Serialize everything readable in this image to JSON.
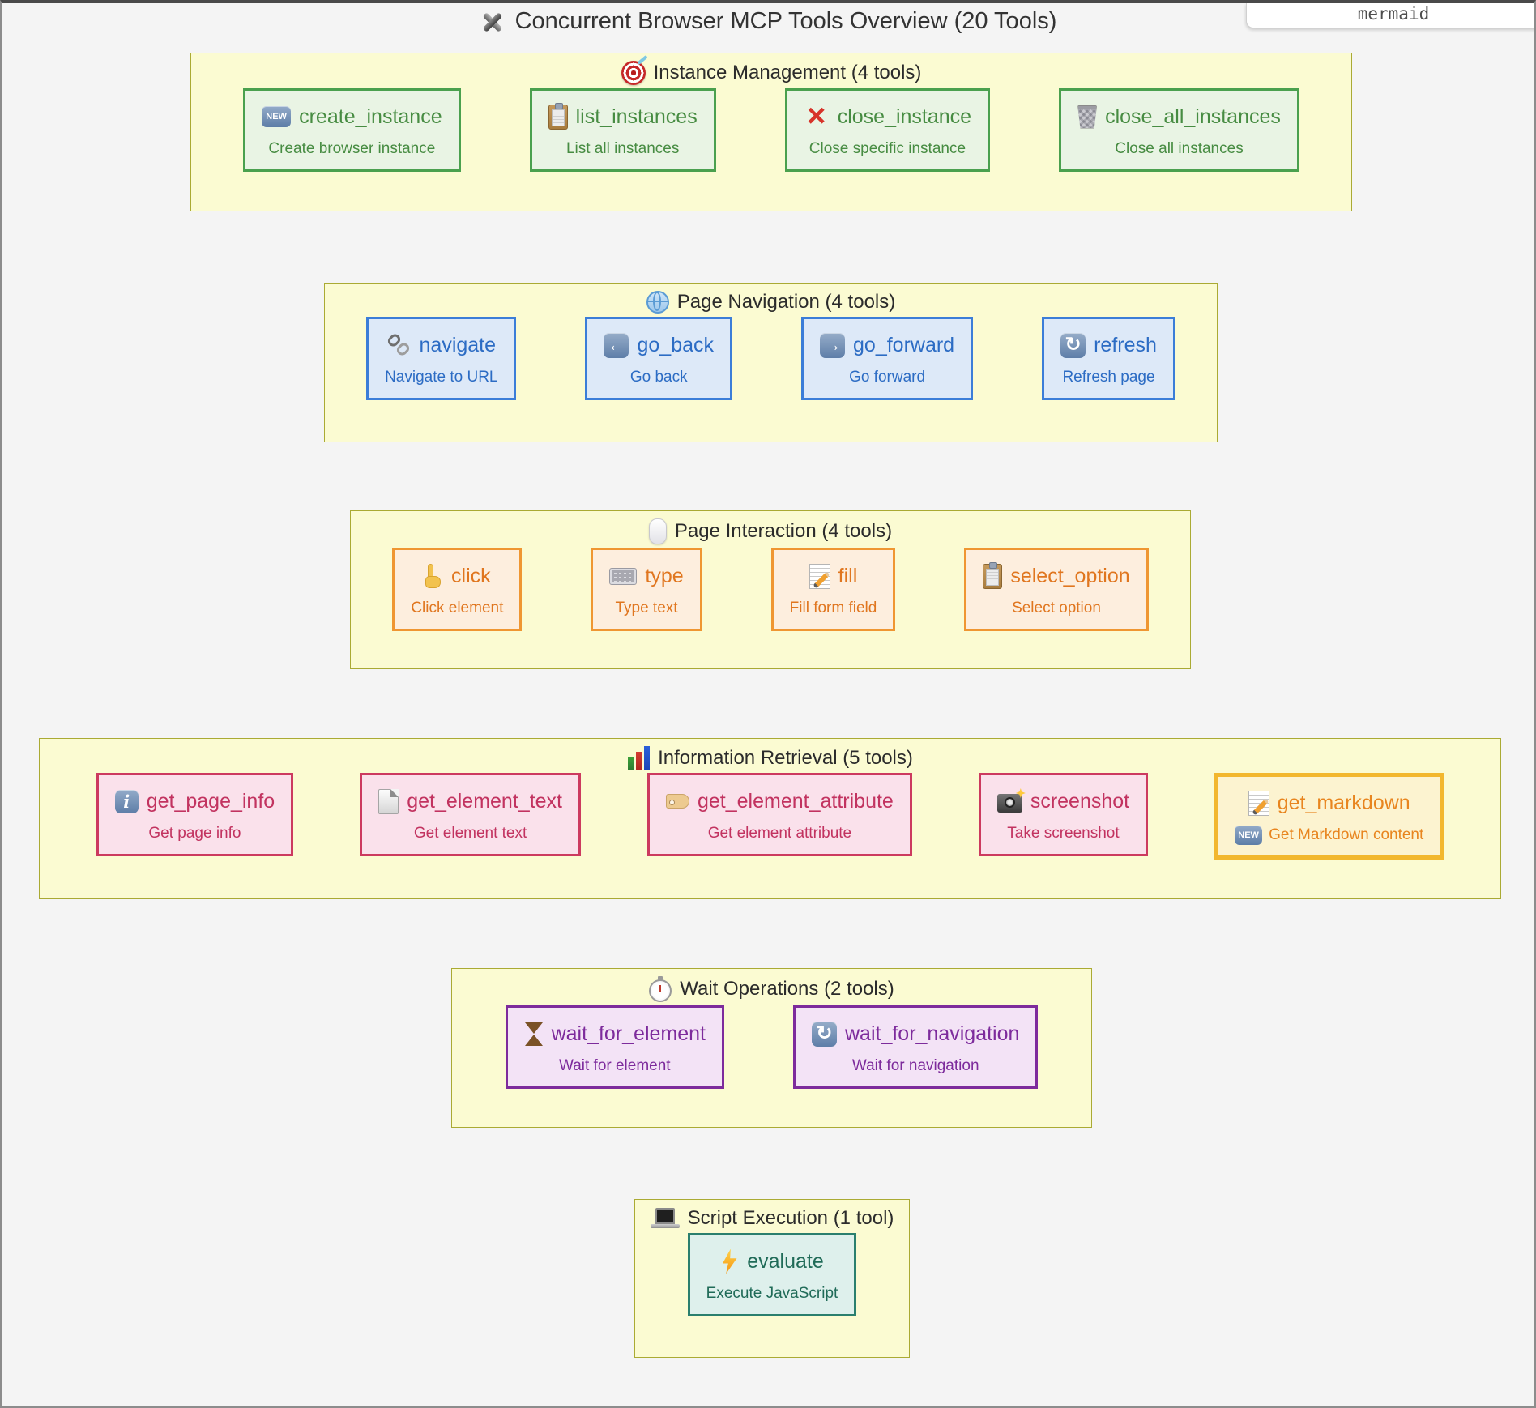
{
  "overlay": {
    "label": "mermaid"
  },
  "title": {
    "icon": "hammer-wrench-icon",
    "text": "Concurrent Browser MCP Tools Overview (20 Tools)"
  },
  "themes": {
    "section": {
      "fill": "#fbfbd2",
      "stroke": "#aaaa33",
      "text": "#2b2b2b"
    },
    "green": {
      "fill": "#e9f4e4",
      "stroke": "#4aa04e",
      "text": "#478c42"
    },
    "blue": {
      "fill": "#dde9f8",
      "stroke": "#3b7dd8",
      "text": "#2c6cc4"
    },
    "orange": {
      "fill": "#fdeede",
      "stroke": "#ef9632",
      "text": "#e0761f"
    },
    "pink": {
      "fill": "#fae1eb",
      "stroke": "#cc3a5f",
      "text": "#c23360"
    },
    "gold": {
      "fill": "#fcf3d0",
      "stroke": "#f2b72e",
      "text": "#e8851f"
    },
    "purple": {
      "fill": "#f3e3f6",
      "stroke": "#7d2b9c",
      "text": "#7d2b9c"
    },
    "teal": {
      "fill": "#def0ec",
      "stroke": "#2a7f6e",
      "text": "#206b58"
    }
  },
  "sections": [
    {
      "id": "instance-management",
      "icon": "target-icon",
      "title": "Instance Management (4 tools)",
      "theme": "green",
      "tools": [
        {
          "icon": "new-badge-icon",
          "name": "create_instance",
          "desc": "Create browser instance"
        },
        {
          "icon": "clipboard-icon",
          "name": "list_instances",
          "desc": "List all instances"
        },
        {
          "icon": "red-x-icon",
          "name": "close_instance",
          "desc": "Close specific instance"
        },
        {
          "icon": "wastebasket-icon",
          "name": "close_all_instances",
          "desc": "Close all instances"
        }
      ]
    },
    {
      "id": "page-navigation",
      "icon": "globe-icon",
      "title": "Page Navigation (4 tools)",
      "theme": "blue",
      "tools": [
        {
          "icon": "link-icon",
          "name": "navigate",
          "desc": "Navigate to URL"
        },
        {
          "icon": "back-arrow-icon",
          "name": "go_back",
          "desc": "Go back"
        },
        {
          "icon": "forward-arrow-icon",
          "name": "go_forward",
          "desc": "Go forward"
        },
        {
          "icon": "refresh-icon",
          "name": "refresh",
          "desc": "Refresh page"
        }
      ]
    },
    {
      "id": "page-interaction",
      "icon": "mouse-icon",
      "title": "Page Interaction (4 tools)",
      "theme": "orange",
      "tools": [
        {
          "icon": "pointer-finger-icon",
          "name": "click",
          "desc": "Click element"
        },
        {
          "icon": "keyboard-icon",
          "name": "type",
          "desc": "Type text"
        },
        {
          "icon": "memo-pencil-icon",
          "name": "fill",
          "desc": "Fill form field"
        },
        {
          "icon": "clipboard-icon",
          "name": "select_option",
          "desc": "Select option"
        }
      ]
    },
    {
      "id": "information-retrieval",
      "icon": "bar-chart-icon",
      "title": "Information Retrieval (5 tools)",
      "theme": "pink",
      "tools": [
        {
          "icon": "info-icon",
          "name": "get_page_info",
          "desc": "Get page info"
        },
        {
          "icon": "page-icon",
          "name": "get_element_text",
          "desc": "Get element text"
        },
        {
          "icon": "tag-icon",
          "name": "get_element_attribute",
          "desc": "Get element attribute"
        },
        {
          "icon": "camera-icon",
          "name": "screenshot",
          "desc": "Take screenshot"
        },
        {
          "icon": "memo-pencil-icon",
          "name": "get_markdown",
          "desc": "Get Markdown content",
          "theme": "gold",
          "desc_icon": "new-badge-icon"
        }
      ]
    },
    {
      "id": "wait-operations",
      "icon": "stopwatch-icon",
      "title": "Wait Operations (2 tools)",
      "theme": "purple",
      "tools": [
        {
          "icon": "hourglass-icon",
          "name": "wait_for_element",
          "desc": "Wait for element"
        },
        {
          "icon": "sync-icon",
          "name": "wait_for_navigation",
          "desc": "Wait for navigation"
        }
      ]
    },
    {
      "id": "script-execution",
      "icon": "laptop-icon",
      "title": "Script Execution (1 tool)",
      "theme": "teal",
      "tools": [
        {
          "icon": "lightning-icon",
          "name": "evaluate",
          "desc": "Execute JavaScript"
        }
      ]
    }
  ]
}
